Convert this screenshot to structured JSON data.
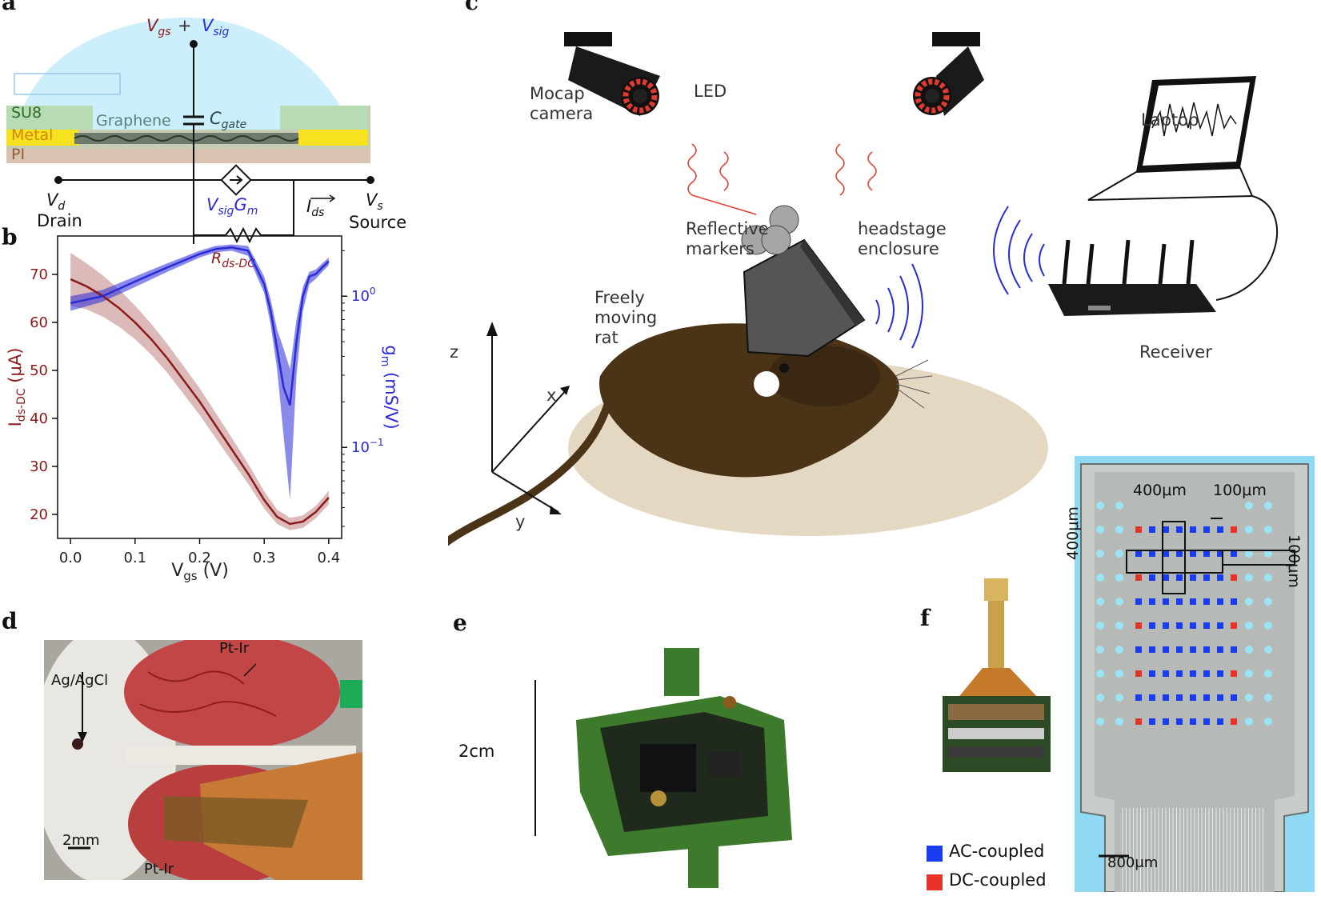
{
  "panels": {
    "a": "a",
    "b": "b",
    "c": "c",
    "d": "d",
    "e": "e",
    "f": "f"
  },
  "panel_a": {
    "vgs": "V",
    "vgs_sub": "gs",
    "plus": " + ",
    "vsig": "V",
    "vsig_sub": "sig",
    "layers": {
      "su8": "SU8",
      "metal": "Metal",
      "pi": "PI"
    },
    "graphene": "Graphene",
    "cgate": "C",
    "cgate_sub": "gate",
    "vd": "V",
    "vd_sub": "d",
    "drain": "Drain",
    "vs": "V",
    "vs_sub": "s",
    "source": "Source",
    "vsiggm": "V",
    "vsiggm_sub": "sig",
    "gm": "G",
    "gm_sub": "m",
    "ids": "I",
    "ids_sub": "ds",
    "rds": "R",
    "rds_sub": "ds-DC"
  },
  "panel_c": {
    "mocap_camera": [
      "Mocap",
      "camera"
    ],
    "led": "LED",
    "reflective_markers": [
      "Reflective",
      "markers"
    ],
    "headstage_enclosure": [
      "headstage",
      "enclosure"
    ],
    "freely_moving_rat": [
      "Freely",
      "moving",
      "rat"
    ],
    "laptop": "Laptop",
    "receiver": "Receiver",
    "axis_z": "z",
    "axis_x": "x",
    "axis_y": "y"
  },
  "panel_d": {
    "ag_agcl": "Ag/AgCl",
    "pt_ir_top": "Pt-Ir",
    "pt_ir_bottom": "Pt-Ir",
    "scale": "2mm"
  },
  "panel_e": {
    "scale": "2cm"
  },
  "panel_f": {
    "dim_400_top": "400μm",
    "dim_100_top": "100μm",
    "dim_400_side": "400μm",
    "dim_100_side": "100μm",
    "scale": "800μm",
    "legend": [
      {
        "label": "AC-coupled",
        "color": "#1a3cf0"
      },
      {
        "label": "DC-coupled",
        "color": "#e8332a"
      }
    ]
  },
  "colors": {
    "ids": "#8b1a1a",
    "gm": "#2a2ad8",
    "bubble": "#cdeffb"
  },
  "chart_data": {
    "type": "line",
    "xlabel": "V_gs (V)",
    "ylabel_left": "I_ds-DC (μA)",
    "ylabel_right": "g_m (mS/V)",
    "xlim": [
      -0.02,
      0.42
    ],
    "ylim_left": [
      15,
      78
    ],
    "ylim_right_log": [
      0.025,
      2.5
    ],
    "x_ticks": [
      0.0,
      0.1,
      0.2,
      0.3,
      0.4
    ],
    "x_tick_labels": [
      "0.0",
      "0.1",
      "0.2",
      "0.3",
      "0.4"
    ],
    "y_left_ticks": [
      20,
      30,
      40,
      50,
      60,
      70
    ],
    "y_right_ticks": [
      1.0,
      0.1
    ],
    "y_right_tick_labels": [
      [
        "10",
        "0"
      ],
      [
        "10",
        "−1"
      ]
    ],
    "series": [
      {
        "axis": "left",
        "x": [
          0.0,
          0.025,
          0.05,
          0.075,
          0.1,
          0.125,
          0.15,
          0.175,
          0.2,
          0.225,
          0.25,
          0.275,
          0.3,
          0.32,
          0.34,
          0.36,
          0.38,
          0.4
        ],
        "values": [
          69,
          67.5,
          65.5,
          63,
          60,
          56.5,
          52.5,
          48,
          43.5,
          38.5,
          33.5,
          28.5,
          23,
          19.5,
          18,
          18.5,
          20.5,
          23.5
        ],
        "spread": [
          5.5,
          4.8,
          4.3,
          3.9,
          3.5,
          3.2,
          3.0,
          2.9,
          2.8,
          2.6,
          2.4,
          2.1,
          1.8,
          1.5,
          1.3,
          1.3,
          1.3,
          1.4
        ]
      },
      {
        "axis": "right",
        "x": [
          0.0,
          0.05,
          0.1,
          0.15,
          0.2,
          0.225,
          0.25,
          0.275,
          0.3,
          0.31,
          0.32,
          0.33,
          0.34,
          0.35,
          0.36,
          0.37,
          0.38,
          0.39,
          0.4
        ],
        "values": [
          0.9,
          1.0,
          1.25,
          1.55,
          1.9,
          2.05,
          2.1,
          2.0,
          1.2,
          0.8,
          0.45,
          0.25,
          0.19,
          0.5,
          1.0,
          1.35,
          1.4,
          1.55,
          1.7
        ],
        "band_low": [
          0.8,
          0.92,
          1.15,
          1.45,
          1.8,
          1.95,
          2.0,
          1.85,
          1.05,
          0.65,
          0.33,
          0.12,
          0.045,
          0.3,
          0.8,
          1.2,
          1.3,
          1.45,
          1.6
        ],
        "band_high": [
          1.0,
          1.1,
          1.35,
          1.65,
          2.0,
          2.15,
          2.2,
          2.15,
          1.35,
          0.95,
          0.6,
          0.45,
          0.33,
          0.7,
          1.15,
          1.45,
          1.5,
          1.65,
          1.8
        ]
      }
    ]
  }
}
